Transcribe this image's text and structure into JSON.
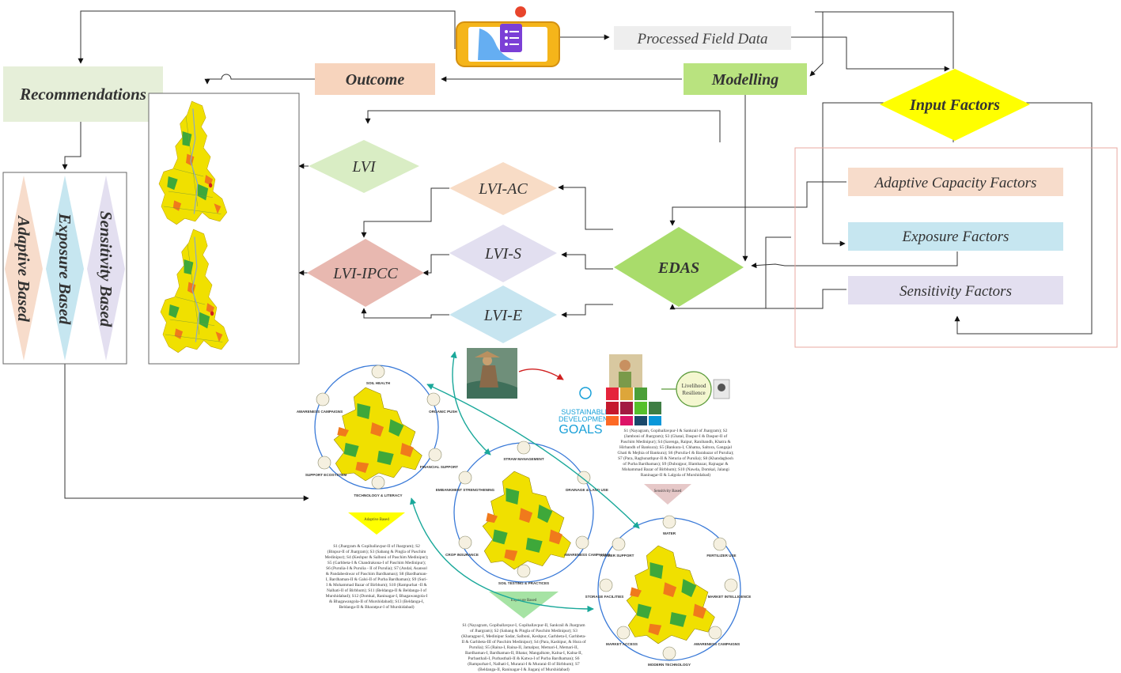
{
  "top": {
    "processed_field_data": "Processed Field Data",
    "outcome": "Outcome",
    "modelling": "Modelling",
    "recommendations": "Recommendations",
    "input_factors": "Input Factors"
  },
  "factors": {
    "adaptive": "Adaptive Capacity Factors",
    "exposure": "Exposure Factors",
    "sensitivity": "Sensitivity Factors"
  },
  "indices": {
    "lvi": "LVI",
    "lvi_ac": "LVI-AC",
    "lvi_s": "LVI-S",
    "lvi_e": "LVI-E",
    "lvi_ipcc": "LVI-IPCC",
    "edas": "EDAS"
  },
  "rec_types": {
    "adaptive": "Adaptive Based",
    "exposure": "Exposure Based",
    "sensitivity": "Sensitivity Based"
  },
  "bottom": {
    "sdg_line1": "SUSTAINABLE",
    "sdg_line2": "DEVELOPMENT",
    "sdg_line3": "GOALS",
    "livelihood_line1": "Livelihood",
    "livelihood_line2": "Resilience",
    "adaptive_tri": "Adaptive Based",
    "exposure_tri": "Exposure Based",
    "sensitivity_tri": "Sensitivity Based",
    "adaptive_ring": [
      "SOIL HEALTH",
      "ORGANIC PUSH",
      "FINANCIAL SUPPORT",
      "TECHNOLOGY & LITERACY",
      "SUPPORT ECOSYSTEM",
      "AWARENESS CAMPAIGNS"
    ],
    "exposure_ring": [
      "STRAW MANAGEMENT",
      "DRAINAGE & LAND USE",
      "AWARENESS CAMPAIGNS",
      "SOIL TESTING & PRACTICES",
      "CROP INSURANCE",
      "EMBANKMENT STRENGTHENING"
    ],
    "sensitivity_ring": [
      "WATER",
      "FERTILIZER USE",
      "MARKET INTELLIGENCE",
      "AWARENESS CAMPAIGNS",
      "MODERN TECHNOLOGY",
      "MARKET ACCESS",
      "STORAGE FACILITIES",
      "FARMER SUPPORT"
    ],
    "sdg_text": [
      "S1 (Nayagram, Gopiballavpur-I & Sankrail of Jhargram); S2",
      "(Jamboni of Jhargram); S3 (Ghatal, Daspur-I & Daspur-II of",
      "Paschim Medinipur); S4 (Sarenga, Raipur, Ranibandh, Khatra &",
      "Hirbandh of Bankura); S5 (Bankura-I, Chhatna, Saltora, Gangajal",
      "Ghati & Mejhia of Bankura); S6 (Purulia-I & Barabazar of Purulia);",
      "S7 (Para, Raghunathpur-II & Neturia of Purulia); S8 (Khandaghosh",
      "of Purba Bardhaman); S9 (Dubrajpur, Illambazar, Rajnagar &",
      "Mohammad Bazar of Birbhum); S10 (Nawda, Domkal, Jalangi",
      "Raninagar-II & Lalgola of Murshidabad)"
    ],
    "adaptive_text": [
      "S1 (Jhargram & Gopiballavpur-II of Jhargram); S2",
      "(Binpur-II of Jhargram); S3 (Sabang & Pingla of Paschim",
      "Medinipur); S4 (Keshpur & Salboni of Paschim Medinipur);",
      "S5 (Garhbeta-I & Chandrakona-I of Paschim Medinipur);",
      "S6 (Purulia-I & Purulia - II of Purulia); S7 (Andal, Asansol",
      "& Pandabeshwar of Paschim Bardhaman); S8 (Bardhaman-",
      "I, Bardhaman-II & Galsi-II of Purba Bardhaman); S9 (Suri-",
      "I & Mohammad Bazar of Birbhum); S10 (Rampurhat -II &",
      "Nalhati-II of Birbhum); S11 (Beldanga-II & Beldanga-I of",
      "Murshidabad); S12 (Domkal, Raninagar-I, Bhagawangola-I",
      "& Bhagawangola-II of Murshidabad); S13 (Beldanga-I,",
      "Beldanga-II & Bharatpur-I of Murshidabad)"
    ],
    "exposure_text": [
      "S1 (Nayagram, Gopiballavpur-I, Gopiballavpur-II, Sankrail & Jhargram",
      "of Jhargram); S2 (Sabang & Pingla of Paschim Medinipur); S3",
      "(Kharagpur-I, Medinipur Sadar, Salboni, Keshpur, Garhbeta-I, Garhbeta-",
      "II & Garhbeta-III of Paschim Medinipur); S4 (Para, Kashipur, & Hura of",
      "Purulia); S5 (Raina-I, Raina-II, Jamalpur, Memari-I, Memari-II,",
      "Bardhaman-I, Bardhaman-II, Bhatar, Mangalkote, Kalna-I, Kalna-II,",
      "Purbasthali-I, Purbasthali-II & Katwa-I of Purba Bardhaman); S6",
      "(Rampurhat-I, Nalhati-I, Murarai-I & Murarai-II of Birbhum); S7",
      "(Beldanga-II, Raninagar-I & Jiaganj of Murshidabad)"
    ]
  },
  "colors": {
    "outcome_bg": "#f7d4bd",
    "modelling_bg": "#b9e37f",
    "recommendations_bg": "#e6efd9",
    "input_factors": "#ffff00",
    "adaptive_bg": "#f7dccb",
    "exposure_bg": "#c6e6f0",
    "sensitivity_bg": "#e3dff0",
    "lvi": "#d9edc4",
    "lvi_ac": "#f8dcc6",
    "lvi_s": "#e2dff0",
    "lvi_e": "#c7e5f0",
    "lvi_ipcc": "#e8b8b0",
    "edas": "#a9dc6b",
    "map_yellow": "#f0e000",
    "map_green": "#3ea83a",
    "map_orange": "#f07a1c"
  }
}
